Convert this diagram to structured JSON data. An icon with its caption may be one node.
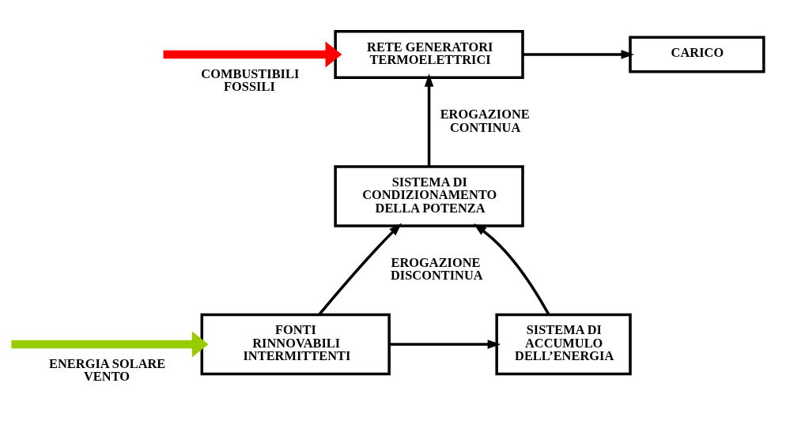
{
  "diagram": {
    "nodes": [
      {
        "text": [
          "RETE GENERATORI TERMOELETTRICI"
        ]
      },
      {
        "text": [
          "CARICO"
        ]
      },
      {
        "text": [
          "SISTEMA DI CONDIZIONAMENTO DELLA POTENZA"
        ]
      },
      {
        "text": [
          "FONTI RINNOVABILI INTERMITTENTI"
        ]
      },
      {
        "text": [
          "SISTEMA DI ACCUMULO DELL’ENERGIA"
        ]
      }
    ],
    "edges": [
      {
        "from": null,
        "to": 0,
        "arrow": "to",
        "label": "COMBUSTIBILI FOSSILI",
        "style": "thick",
        "color": "#ff0000"
      },
      {
        "from": 0,
        "to": 1,
        "arrow": "to"
      },
      {
        "from": 2,
        "to": 0,
        "arrow": "to",
        "label": "EROGAZIONE CONTINUA"
      },
      {
        "from": 3,
        "to": 2,
        "arrow": "to",
        "label": "EROGAZIONE DISCONTINUA"
      },
      {
        "from": null,
        "to": 3,
        "arrow": "to",
        "label": "ENERGIA SOLARE VENTO",
        "style": "thick",
        "color": "#99cc00"
      },
      {
        "from": 3,
        "to": 4,
        "arrow": "to"
      },
      {
        "from": 4,
        "to": 2,
        "arrow": "to"
      }
    ]
  }
}
